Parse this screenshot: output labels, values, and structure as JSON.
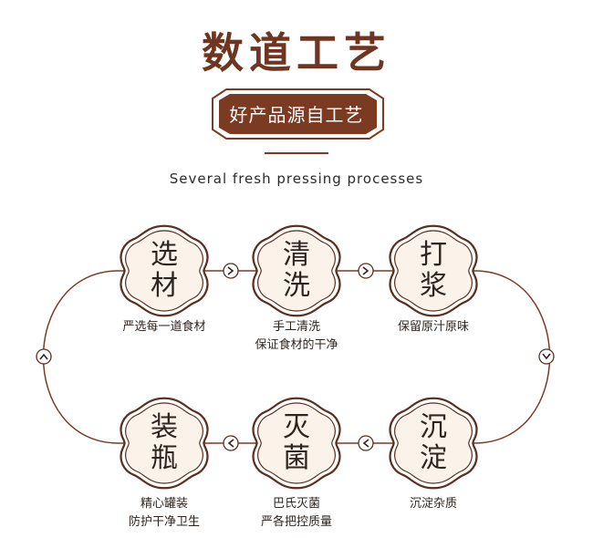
{
  "title": "数道工艺",
  "badge": "好产品源自工艺",
  "subtitle": "Several fresh pressing processes",
  "colors": {
    "brown": "#7a3b22",
    "ring": "#5a3020",
    "text": "#2e2520"
  },
  "steps": [
    {
      "line1": "选",
      "line2": "材",
      "desc": [
        "严选每一道食材"
      ]
    },
    {
      "line1": "清",
      "line2": "洗",
      "desc": [
        "手工清洗",
        "保证食材的干净"
      ]
    },
    {
      "line1": "打",
      "line2": "浆",
      "desc": [
        "保留原汁原味"
      ]
    },
    {
      "line1": "沉",
      "line2": "淀",
      "desc": [
        "沉淀杂质"
      ]
    },
    {
      "line1": "灭",
      "line2": "菌",
      "desc": [
        "巴氏灭菌",
        "严各把控质量"
      ]
    },
    {
      "line1": "装",
      "line2": "瓶",
      "desc": [
        "精心罐装",
        "防护干净卫生"
      ]
    }
  ]
}
